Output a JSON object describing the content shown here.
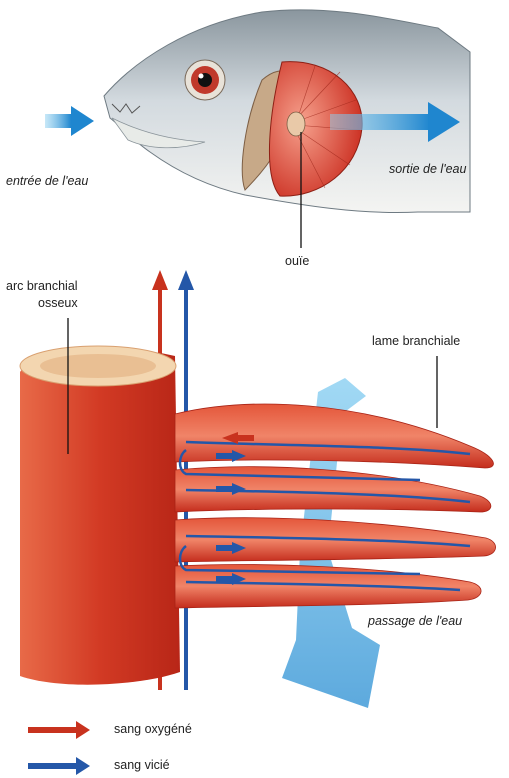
{
  "labels": {
    "water_in": "entrée de l'eau",
    "water_out": "sortie de l'eau",
    "gill": "ouïe",
    "gill_arch_line1": "arc branchial",
    "gill_arch_line2": "osseux",
    "gill_filament": "lame branchiale",
    "water_passage": "passage de l'eau"
  },
  "legend": [
    {
      "label": "sang oxygéné",
      "color": "#c8321e"
    },
    {
      "label": "sang vicié",
      "color": "#2457a8"
    }
  ],
  "colors": {
    "water_arrow": "#2a8fd0",
    "tissue_red": "#d8402a",
    "bone": "#f3d6b0",
    "fish_skin": "#b9c4cc"
  }
}
